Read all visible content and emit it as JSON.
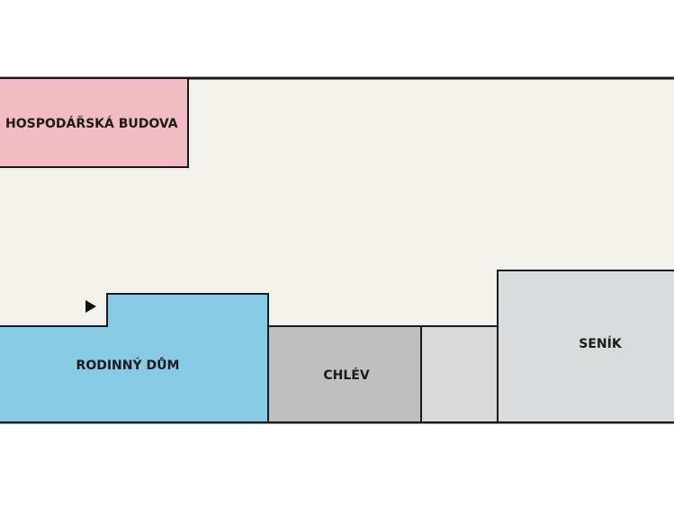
{
  "plan": {
    "colors": {
      "courtyard": "#f3f2ec",
      "outline": "#1a1a1a",
      "farm_building": "#f3bcc4",
      "family_house": "#88c9e6",
      "barn": "#bfbfbf",
      "connector": "#d9d9d9",
      "hayloft": "#d9dcdc",
      "entrance_marker": "#111111"
    },
    "rooms": {
      "farm_building": {
        "label": "HOSPODÁŘSKÁ BUDOVA"
      },
      "family_house": {
        "label": "RODINNÝ DŮM"
      },
      "barn": {
        "label": "CHLÉV"
      },
      "connector": {
        "label": ""
      },
      "hayloft": {
        "label": "SENÍK"
      }
    }
  }
}
